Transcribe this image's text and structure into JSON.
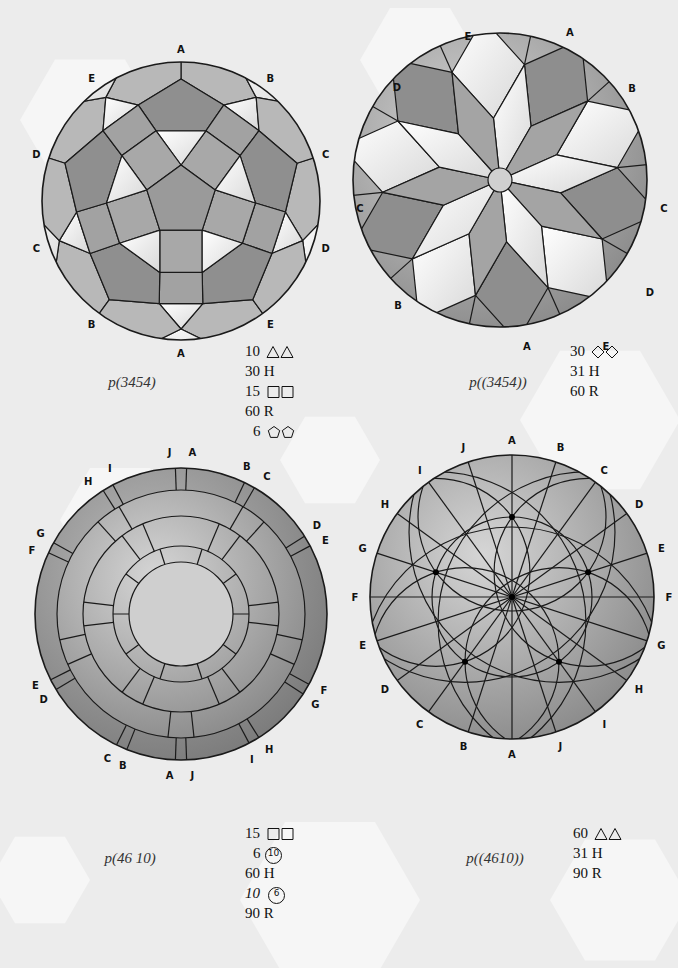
{
  "diagram": {
    "labels": [
      "A",
      "E",
      "B",
      "D",
      "C",
      "C",
      "D",
      "B",
      "E",
      "A",
      "p(3454)",
      "10",
      "30 H",
      "15",
      "60 R",
      "6",
      "E",
      "A",
      "D",
      "B",
      "C",
      "C",
      "B",
      "D",
      "A",
      "E",
      "p((3454))",
      "30",
      "31 H",
      "60 R",
      "J",
      "A",
      "I",
      "B",
      "C",
      "H",
      "G",
      "D",
      "F",
      "E",
      "E",
      "F",
      "D",
      "G",
      "C",
      "I",
      "B",
      "H",
      "A",
      "J",
      "p(46 10)",
      "15",
      "6",
      "10",
      "60 H",
      "10",
      "6",
      "90 R",
      "J",
      "A",
      "B",
      "I",
      "C",
      "H",
      "D",
      "G",
      "E",
      "F",
      "F",
      "E",
      "G",
      "D",
      "H",
      "C",
      "I",
      "B",
      "A",
      "J",
      "p((4610))",
      "60",
      "31 H",
      "90 R"
    ]
  }
}
